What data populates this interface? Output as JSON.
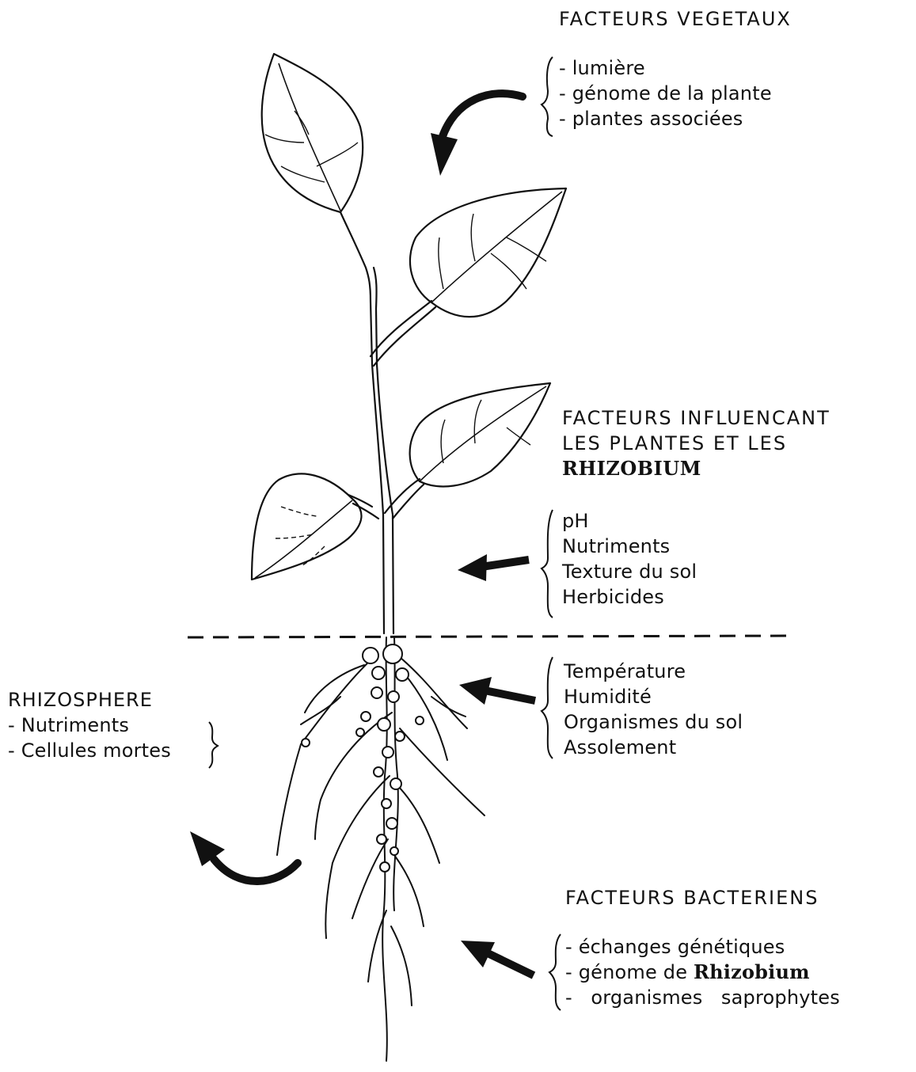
{
  "colors": {
    "ink": "#111111",
    "background": "#ffffff"
  },
  "top_right": {
    "heading": "FACTEURS VEGETAUX",
    "items": [
      "- lumière",
      "- génome de la plante",
      "- plantes associées"
    ]
  },
  "middle_right": {
    "heading_line1": "FACTEURS INFLUENCANT",
    "heading_line2": "LES PLANTES ET LES",
    "heading_line3": "RHIZOBIUM",
    "group1": [
      "pH",
      "Nutriments",
      "Texture du sol",
      "Herbicides"
    ],
    "group2": [
      "Température",
      "Humidité",
      "Organismes du sol",
      "Assolement"
    ]
  },
  "left": {
    "heading": "RHIZOSPHERE",
    "items": [
      "- Nutriments",
      "- Cellules mortes"
    ]
  },
  "bottom_right": {
    "heading": "FACTEURS BACTERIENS",
    "item1": "- échanges génétiques",
    "item2_prefix": "- génome de ",
    "item2_bold": "Rhizobium",
    "item3": "-   organismes   saprophytes"
  },
  "icons": [
    "plant-illustration",
    "curved-arrow-icon",
    "straight-arrow-icon",
    "curved-arrow-icon"
  ]
}
